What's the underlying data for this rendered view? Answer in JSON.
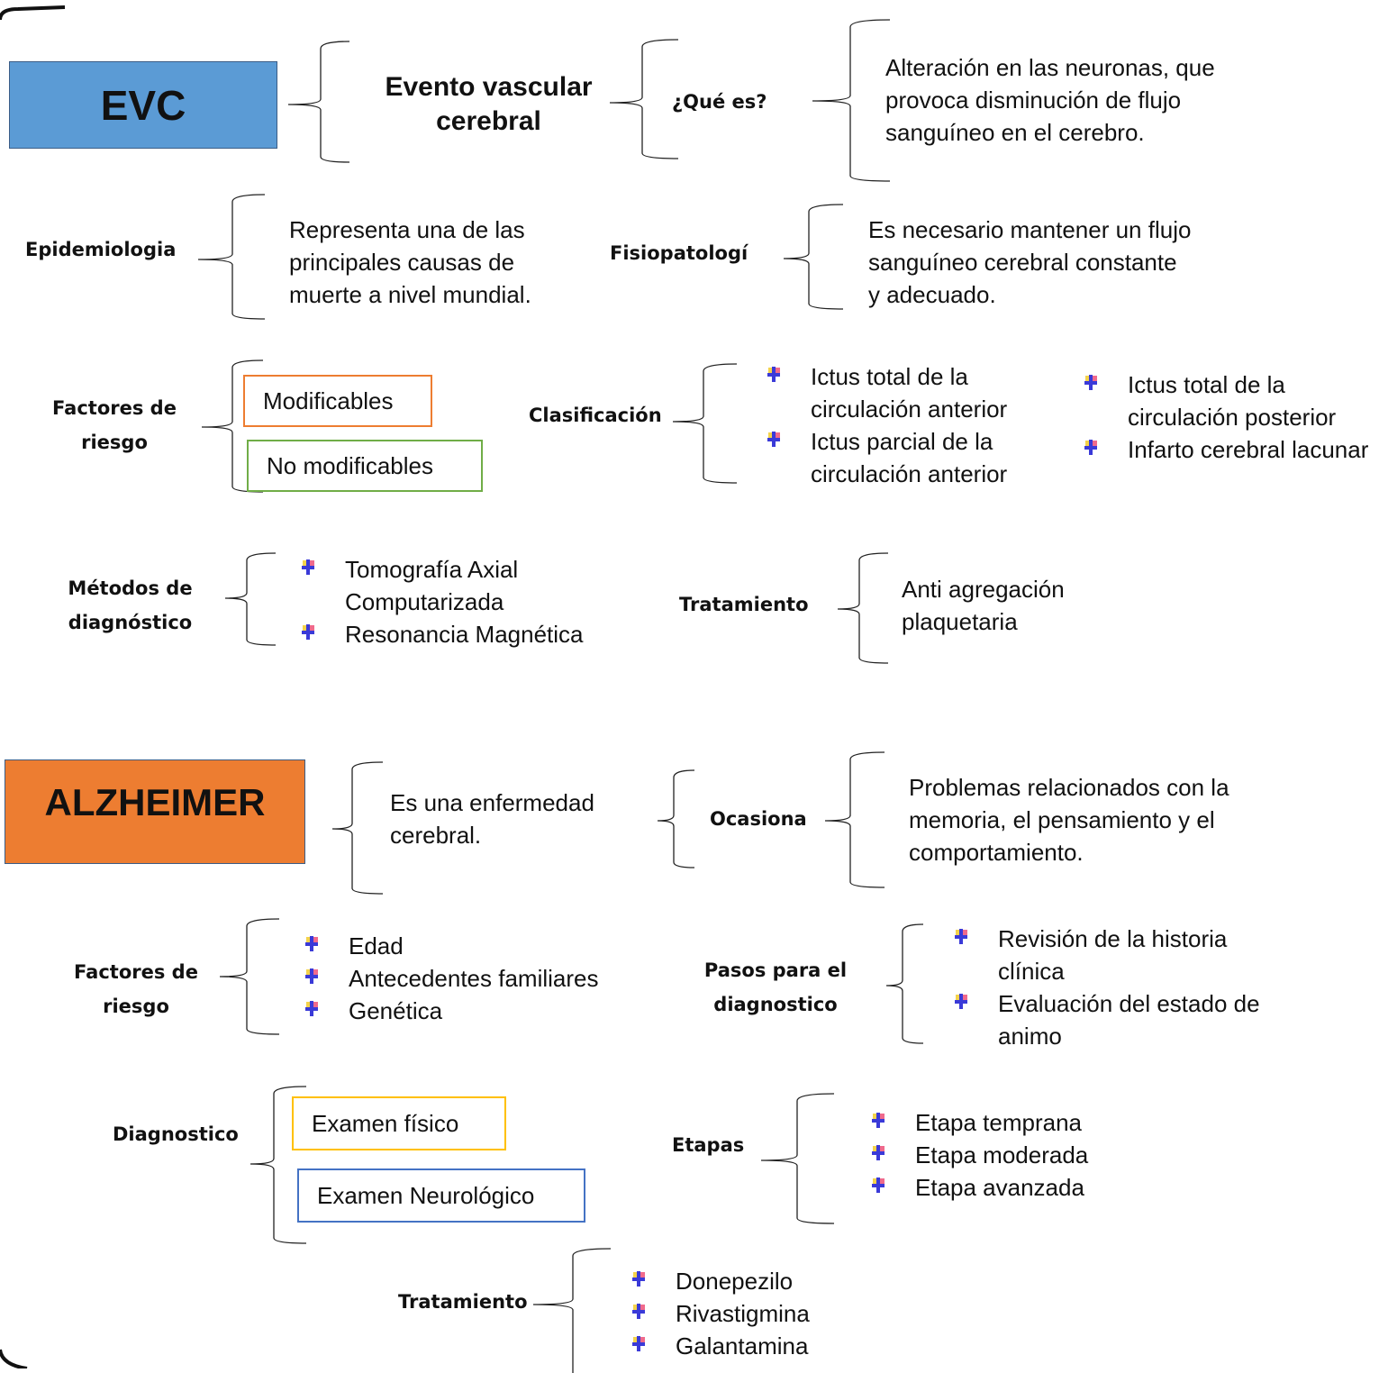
{
  "evc": {
    "title": "EVC",
    "title_color": "#5b9bd5",
    "name": "Evento vascular cerebral",
    "que_es_label": "¿Qué es?",
    "que_es_text": "Alteración en las neuronas, que provoca disminución de flujo sanguíneo en el cerebro.",
    "epidemiologia_label": "Epidemiologia",
    "epidemiologia_text": "Representa una de las principales causas de muerte a nivel mundial.",
    "fisiopatologia_label": "Fisiopatologí",
    "fisiopatologia_text": "Es necesario mantener un flujo sanguíneo cerebral constante y adecuado.",
    "factores_label": "Factores de riesgo",
    "factores_boxes": [
      {
        "label": "Modificables",
        "color": "#ed7d31"
      },
      {
        "label": "No modificables",
        "color": "#70ad47"
      }
    ],
    "clasificacion_label": "Clasificación",
    "clasificacion_col1": [
      "Ictus total de la circulación anterior",
      "Ictus parcial de la circulación anterior"
    ],
    "clasificacion_col2": [
      "Ictus total de la circulación posterior",
      "Infarto cerebral lacunar"
    ],
    "metodos_label": "Métodos de diagnóstico",
    "metodos_items": [
      "Tomografía Axial Computarizada",
      "Resonancia Magnética"
    ],
    "tratamiento_label": "Tratamiento",
    "tratamiento_text": "Anti agregación plaquetaria"
  },
  "alz": {
    "title": "ALZHEIMER",
    "title_color": "#ed7d31",
    "definicion": "Es una enfermedad cerebral.",
    "ocasiona_label": "Ocasiona",
    "ocasiona_text": "Problemas relacionados con la memoria, el pensamiento y el comportamiento.",
    "factores_label": "Factores de riesgo",
    "factores_items": [
      "Edad",
      "Antecedentes familiares",
      "Genética"
    ],
    "pasos_label": "Pasos para el diagnostico",
    "pasos_items": [
      "Revisión de la historia clínica",
      "Evaluación del estado de animo"
    ],
    "diagnostico_label": "Diagnostico",
    "diagnostico_boxes": [
      {
        "label": "Examen físico",
        "color": "#ffc000"
      },
      {
        "label": "Examen Neurológico",
        "color": "#4472c4"
      }
    ],
    "etapas_label": "Etapas",
    "etapas_items": [
      "Etapa temprana",
      "Etapa moderada",
      "Etapa avanzada"
    ],
    "tratamiento_label": "Tratamiento",
    "tratamiento_items": [
      "Donepezilo",
      "Rivastigmina",
      "Galantamina"
    ]
  }
}
